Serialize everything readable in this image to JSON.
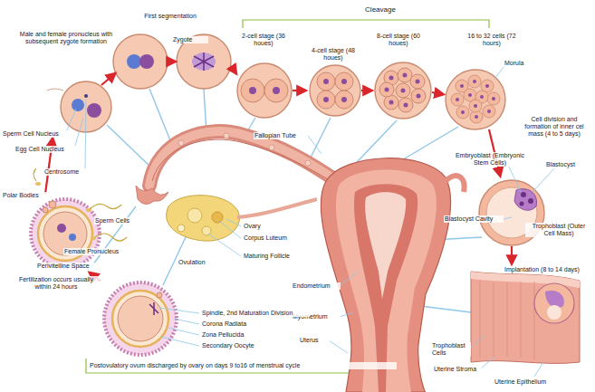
{
  "diagram": {
    "labels": [
      "Male and female pronucleus with subsequent zygote formation",
      "First segmentation",
      "Zygote",
      "Cleavage",
      "2-cell stage (36 houes)",
      "4-cell stage (48 houes)",
      "8-cell stage (60 houes)",
      "16 to 32 cells (72 hours)",
      "Morula",
      "Cell division and formation of inner cel mass (4 to 5 days)",
      "Embryoblast (Embryonic Stem Cells)",
      "Blastocyst",
      "Blastocyst Cavity",
      "Trophoblast (Outer Cell Mass)",
      "Implantation (8 to 14 days)",
      "Trophoblast Cells",
      "Uterine Stroma",
      "Uterine Epithelium",
      "Sperm Cell Nucleus",
      "Egg Cell Nucleus",
      "Centrosome",
      "Polar Bodies",
      "Sperm Cells",
      "Female Pronucleus",
      "Perivitelline Space",
      "Fertilization occurs usually within 24 hours",
      "Fallopian Tube",
      "Ovary",
      "Corpus Luteum",
      "Maturing Follicle",
      "Ovulation",
      "Endometrium",
      "Myometrium",
      "Uterus",
      "Spindle, 2nd Maturation Division",
      "Corona Radiata",
      "Zona Pellucida",
      "Secondary Oocyte",
      "Postovulatory ovum discharged by ovary on days 9 to16 of menstrual cycle"
    ]
  }
}
